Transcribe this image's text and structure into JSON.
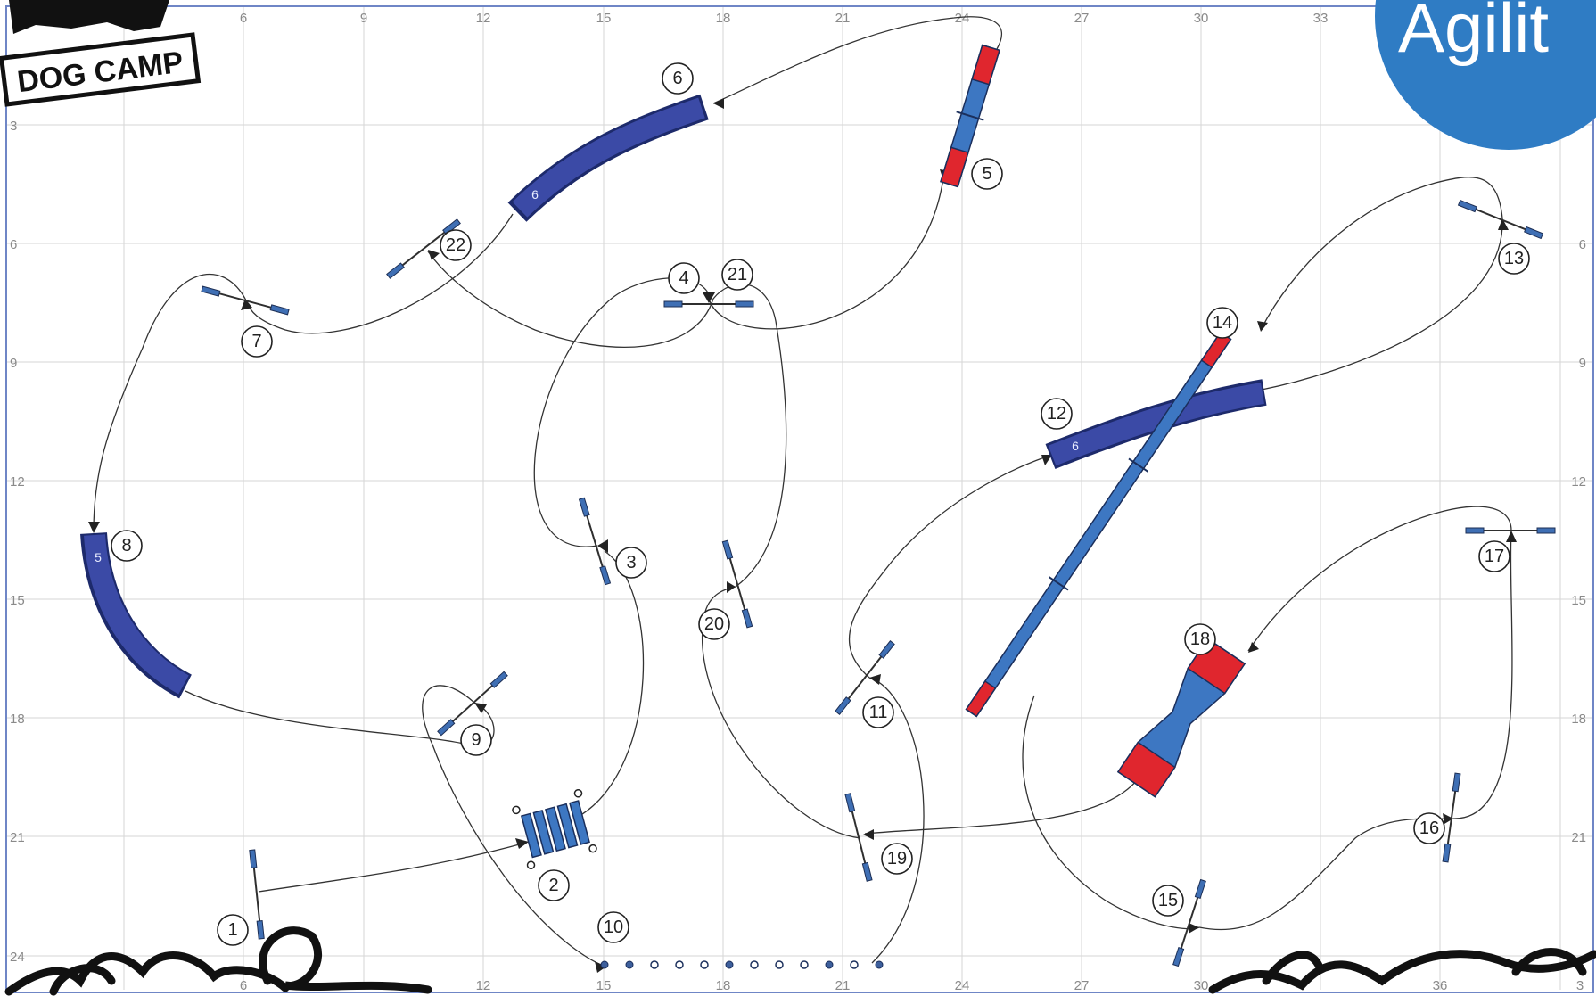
{
  "brand": {
    "logo_text": "DOG CAMP",
    "badge_text": "Agilit"
  },
  "axes": {
    "top_ticks": [
      "6",
      "9",
      "12",
      "15",
      "18",
      "21",
      "24",
      "27",
      "30",
      "33"
    ],
    "bottom_ticks": [
      "6",
      "12",
      "15",
      "18",
      "21",
      "24",
      "27",
      "30",
      "36",
      "3"
    ],
    "left_ticks": [
      "3",
      "6",
      "9",
      "12",
      "15",
      "18",
      "21",
      "24"
    ],
    "right_ticks": [
      "6",
      "9",
      "12",
      "15",
      "18",
      "21"
    ]
  },
  "obstacles": [
    {
      "n": "1"
    },
    {
      "n": "2"
    },
    {
      "n": "3"
    },
    {
      "n": "4"
    },
    {
      "n": "5"
    },
    {
      "n": "6"
    },
    {
      "n": "7"
    },
    {
      "n": "8"
    },
    {
      "n": "9"
    },
    {
      "n": "10"
    },
    {
      "n": "11"
    },
    {
      "n": "12"
    },
    {
      "n": "13"
    },
    {
      "n": "14"
    },
    {
      "n": "15"
    },
    {
      "n": "16"
    },
    {
      "n": "17"
    },
    {
      "n": "18"
    },
    {
      "n": "19"
    },
    {
      "n": "20"
    },
    {
      "n": "21"
    },
    {
      "n": "22"
    }
  ],
  "tunnel_labels": {
    "tunnel_6": "6",
    "tunnel_8": "5",
    "tunnel_12": "6"
  },
  "colors": {
    "equipment_blue": "#3d77c2",
    "contact_red": "#e0262e",
    "tunnel_blue": "#3b4aa6",
    "badge_blue": "#2f7cc4"
  }
}
